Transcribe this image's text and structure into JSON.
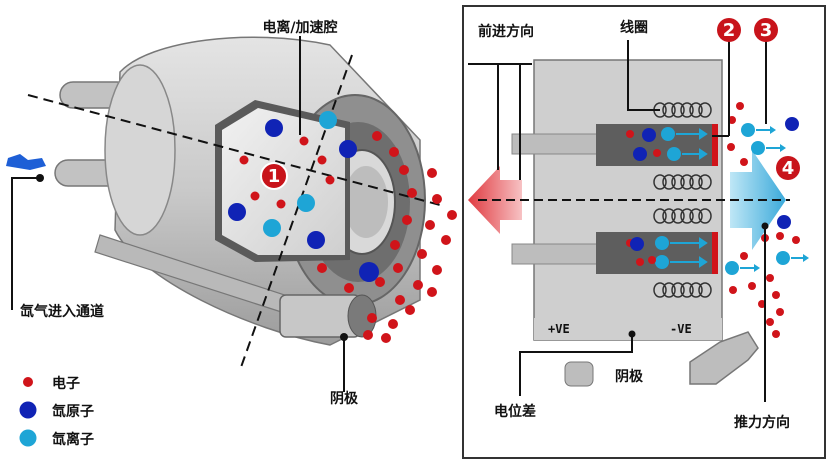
{
  "labels": {
    "chamber": "电离/加速腔",
    "xenon_inlet": "氙气进入通道",
    "cathode_left": "阴极",
    "electron": "电子",
    "xenon_atom": "氙原子",
    "xenon_ion": "氙离子",
    "forward_dir": "前进方向",
    "coil": "线圈",
    "plus_ve": "+VE",
    "minus_ve": "-VE",
    "cathode_right": "阴极",
    "potential": "电位差",
    "thrust_dir": "推力方向"
  },
  "markers": [
    "1",
    "2",
    "3",
    "4"
  ],
  "colors": {
    "electron": "#d0141a",
    "xenon_atom": "#1023b5",
    "xenon_ion": "#1ea5d6",
    "marker": "#c8141b",
    "forward_arrow": "#e8545a",
    "thrust_arrow": "#6cc7ea"
  }
}
